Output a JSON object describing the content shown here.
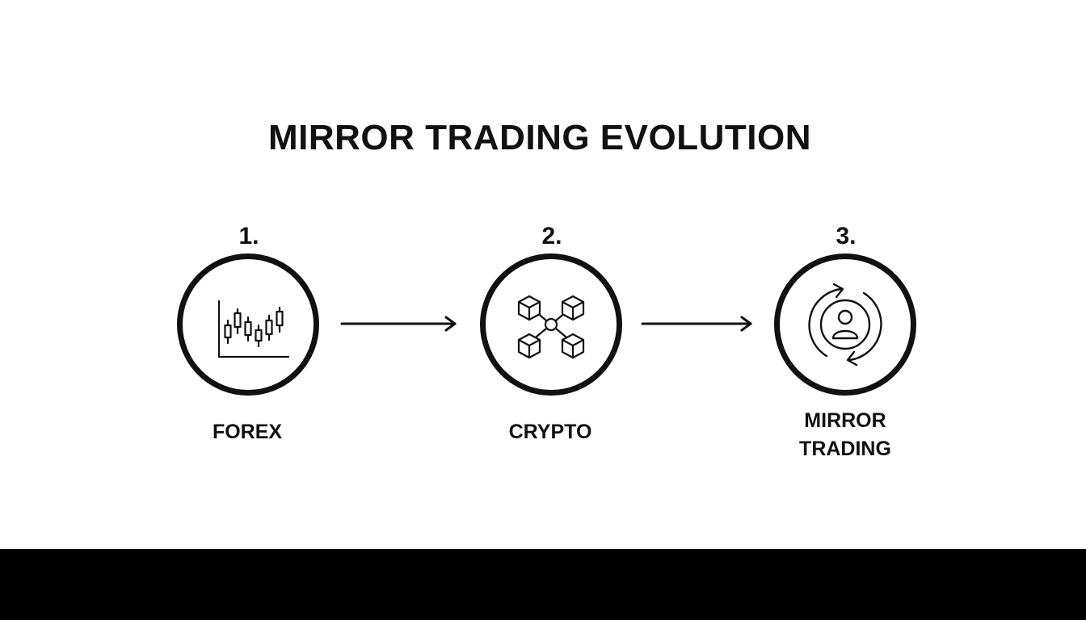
{
  "title": "MIRROR TRADING EVOLUTION",
  "steps": [
    {
      "number": "1.",
      "label_lines": [
        "FOREX"
      ],
      "icon": "candlestick-chart-icon"
    },
    {
      "number": "2.",
      "label_lines": [
        "CRYPTO"
      ],
      "icon": "blockchain-network-icon"
    },
    {
      "number": "3.",
      "label_lines": [
        "MIRROR",
        "TRADING"
      ],
      "icon": "user-sync-icon"
    }
  ],
  "colors": {
    "ink": "#111111",
    "background": "#ffffff",
    "footer": "#000000"
  }
}
